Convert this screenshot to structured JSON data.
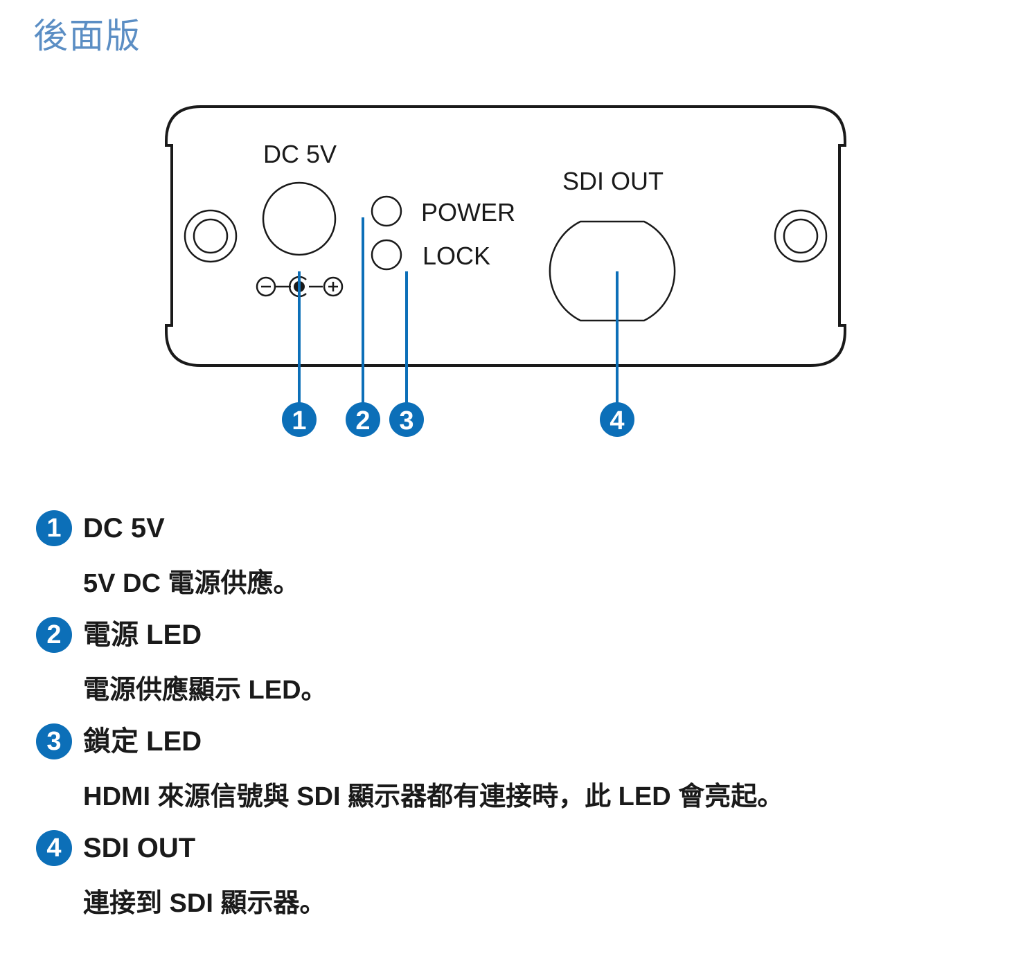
{
  "title": "後面版",
  "panel": {
    "labels": {
      "dc": "DC 5V",
      "power": "POWER",
      "lock": "LOCK",
      "sdi": "SDI OUT"
    },
    "callouts": [
      "1",
      "2",
      "3",
      "4"
    ]
  },
  "items": [
    {
      "num": "1",
      "heading": "DC 5V",
      "description": "5V DC 電源供應。"
    },
    {
      "num": "2",
      "heading": "電源 LED",
      "description": "電源供應顯示 LED。"
    },
    {
      "num": "3",
      "heading": "鎖定 LED",
      "description": "HDMI 來源信號與 SDI 顯示器都有連接時，此 LED 會亮起。"
    },
    {
      "num": "4",
      "heading": "SDI OUT",
      "description": "連接到 SDI 顯示器。"
    }
  ],
  "colors": {
    "accent": "#0c6fb8",
    "title": "#5b8ec4"
  }
}
